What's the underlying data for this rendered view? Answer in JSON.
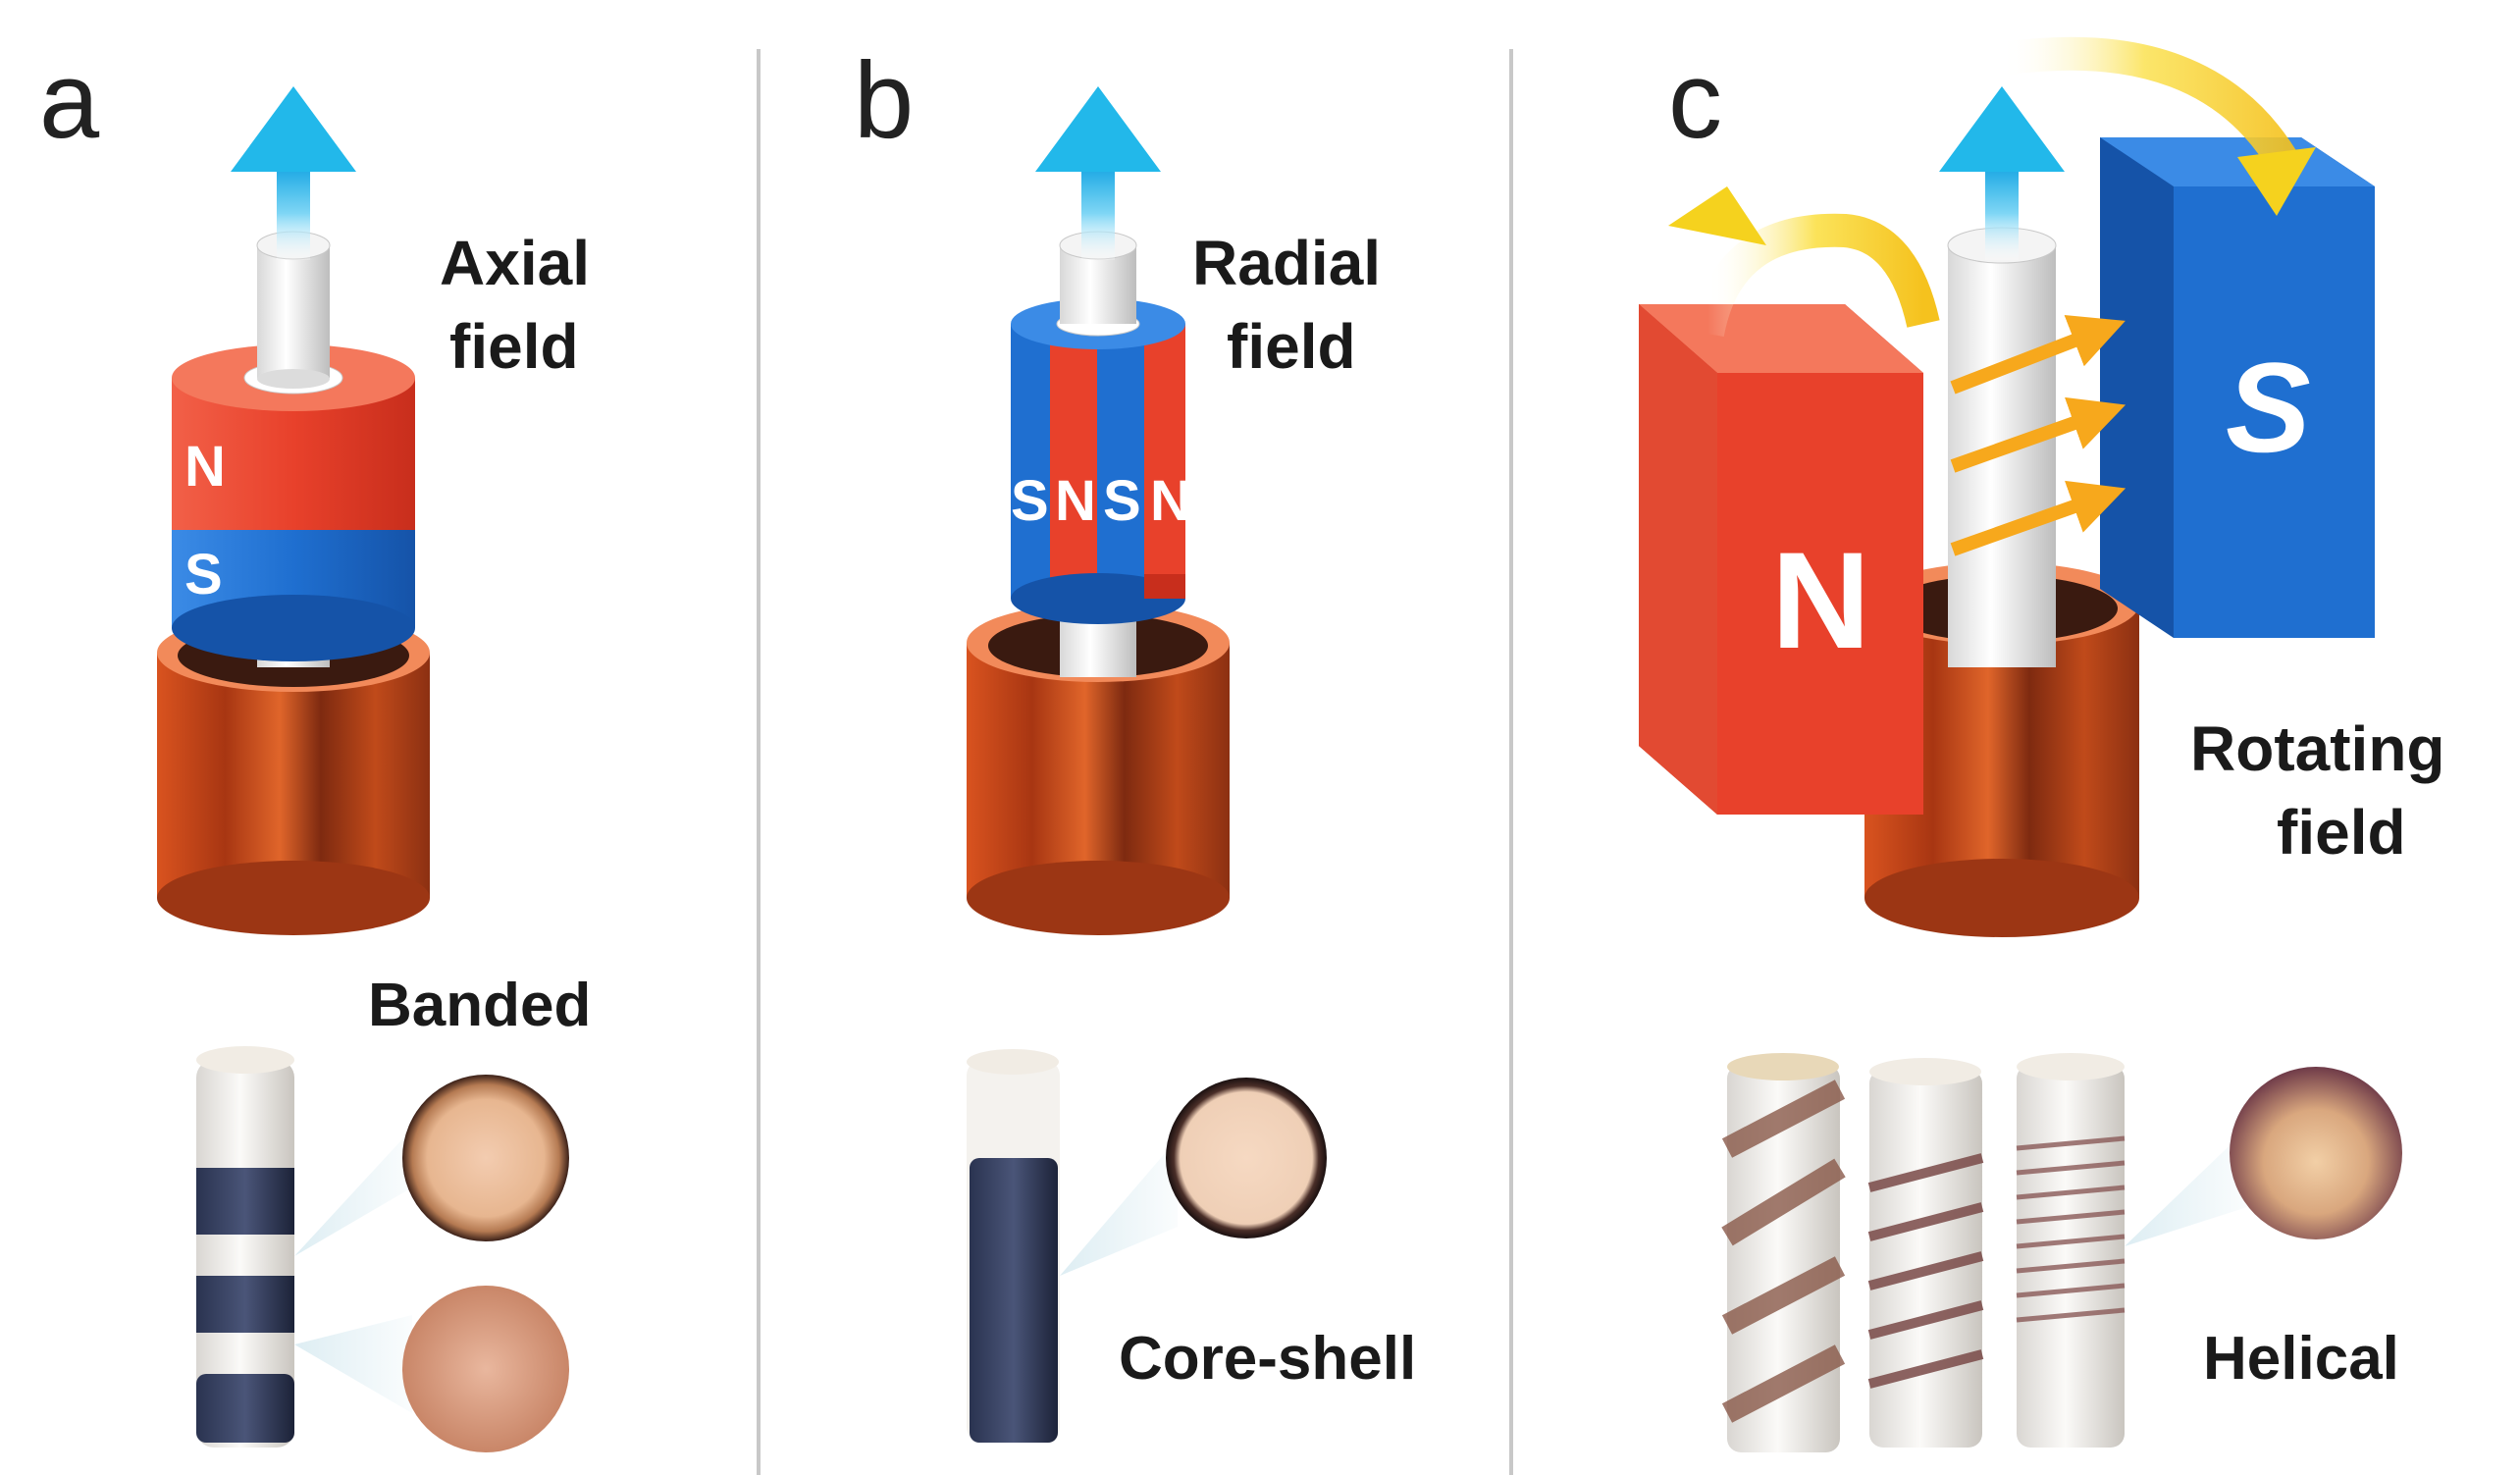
{
  "panels": [
    {
      "letter": "a",
      "field_line1": "Axial",
      "field_line2": "field",
      "ring_top": "N",
      "ring_bottom": "S",
      "sample": "Banded"
    },
    {
      "letter": "b",
      "field_line1": "Radial",
      "field_line2": "field",
      "ring_labels": [
        "S",
        "N",
        "S",
        "N"
      ],
      "sample": "Core-shell"
    },
    {
      "letter": "c",
      "field_line1": "Rotating",
      "field_line2": "field",
      "magnet_left": "N",
      "magnet_right": "S",
      "sample": "Helical"
    }
  ],
  "colors": {
    "north_red": "#e8412b",
    "south_blue": "#1f6fd0",
    "copper": "#b8421c",
    "arrow_cyan": "#22b8ea",
    "field_orange": "#f7a81c",
    "rotation_yellow": "#f5d21e",
    "divider": "#c8c8c8"
  },
  "icons": [
    "up-arrow-icon",
    "rotation-arrow-icon",
    "field-arrow-icon"
  ]
}
